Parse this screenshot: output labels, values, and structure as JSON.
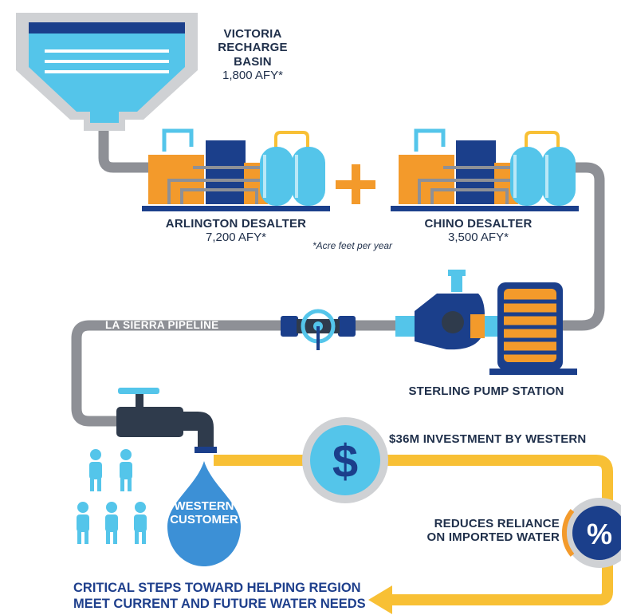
{
  "basin": {
    "name_line1": "VICTORIA",
    "name_line2": "RECHARGE BASIN",
    "value": "1,800 AFY*"
  },
  "arlington": {
    "name": "ARLINGTON DESALTER",
    "value": "7,200 AFY*"
  },
  "chino": {
    "name": "CHINO DESALTER",
    "value": "3,500 AFY*"
  },
  "footnote": "*Acre feet per year",
  "pipeline": {
    "label": "LA SIERRA PIPELINE"
  },
  "pump": {
    "name": "STERLING PUMP STATION"
  },
  "investment": {
    "label": "$36M INVESTMENT BY WESTERN",
    "symbol": "$"
  },
  "customer": {
    "line1": "WESTERN",
    "line2": "CUSTOMER"
  },
  "reliance": {
    "line1": "REDUCES RELIANCE",
    "line2": "ON IMPORTED WATER",
    "symbol": "%"
  },
  "conclusion": {
    "line1": "CRITICAL STEPS TOWARD HELPING REGION",
    "line2": "MEET CURRENT AND FUTURE WATER NEEDS"
  },
  "plus_symbol": "+",
  "colors": {
    "navy": "#1b3f8b",
    "light_blue": "#54c5ea",
    "orange": "#f39a2b",
    "yellow": "#f8c035",
    "gray_pipe": "#8e9096",
    "dark_slate": "#2f3b4c"
  }
}
